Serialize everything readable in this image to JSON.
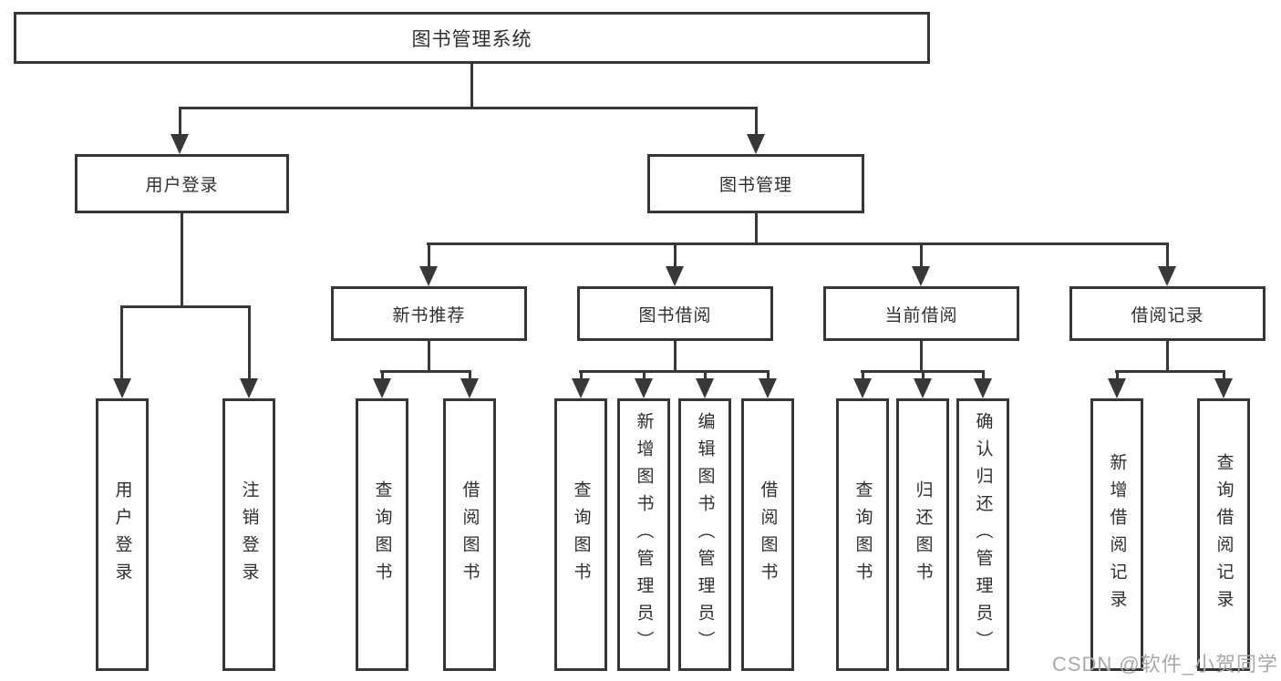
{
  "tree": {
    "label": "图书管理系统",
    "children": [
      {
        "label": "用户登录",
        "children": [
          {
            "label": "用户登录"
          },
          {
            "label": "注销登录"
          }
        ]
      },
      {
        "label": "图书管理",
        "children": [
          {
            "label": "新书推荐",
            "children": [
              {
                "label": "查询图书"
              },
              {
                "label": "借阅图书"
              }
            ]
          },
          {
            "label": "图书借阅",
            "children": [
              {
                "label": "查询图书"
              },
              {
                "label": "新增图书（管理员）"
              },
              {
                "label": "编辑图书（管理员）"
              },
              {
                "label": "借阅图书"
              }
            ]
          },
          {
            "label": "当前借阅",
            "children": [
              {
                "label": "查询图书"
              },
              {
                "label": "归还图书"
              },
              {
                "label": "确认归还（管理员）"
              }
            ]
          },
          {
            "label": "借阅记录",
            "children": [
              {
                "label": "新增借阅记录"
              },
              {
                "label": "查询借阅记录"
              }
            ]
          }
        ]
      }
    ]
  },
  "watermark": "CSDN @软件_小贺同学",
  "colors": {
    "line": "#383838",
    "box_border": "#363636",
    "text": "#2f2f2f",
    "watermark": "#a9a9a9",
    "background": "#ffffff"
  }
}
